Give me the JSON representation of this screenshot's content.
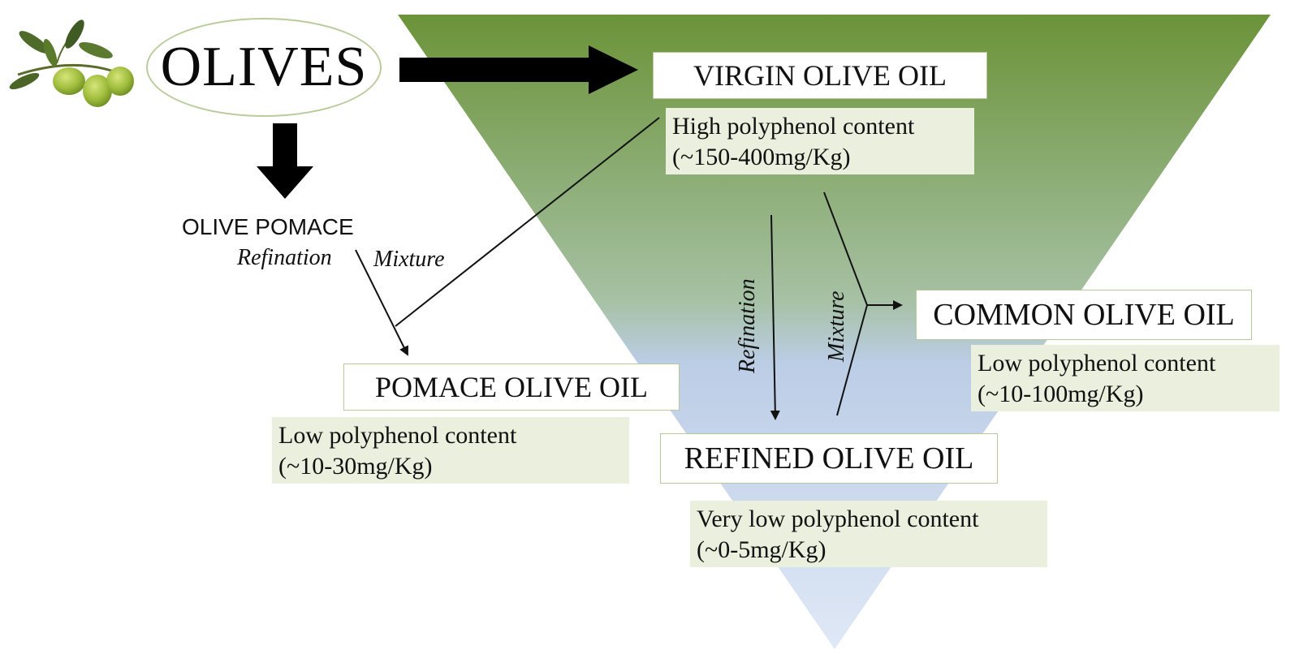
{
  "source": {
    "label": "OLIVES",
    "icon": "olive-branch-icon"
  },
  "pomace": {
    "label": "OLIVE POMACE",
    "refination": "Refination",
    "mixture": "Mixture"
  },
  "products": {
    "virgin": {
      "label": "VIRGIN OLIVE OIL",
      "content": "High polyphenol content",
      "range": "(~150-400mg/Kg)"
    },
    "pomace": {
      "label": "POMACE OLIVE OIL",
      "content": "Low polyphenol content",
      "range": "(~10-30mg/Kg)"
    },
    "common": {
      "label": "COMMON OLIVE OIL",
      "content": "Low polyphenol content",
      "range": "(~10-100mg/Kg)"
    },
    "refined": {
      "label": "REFINED OLIVE OIL",
      "content": "Very low polyphenol content",
      "range": "(~0-5mg/Kg)"
    }
  },
  "processes": {
    "refination": "Refination",
    "mixture": "Mixture"
  },
  "colors": {
    "triangle_top": "#6b9338",
    "triangle_mid": "#a9c3a6",
    "triangle_bottom": "#dde7f6",
    "box_border": "#b5c99a",
    "info_bg": "#ebefde"
  }
}
